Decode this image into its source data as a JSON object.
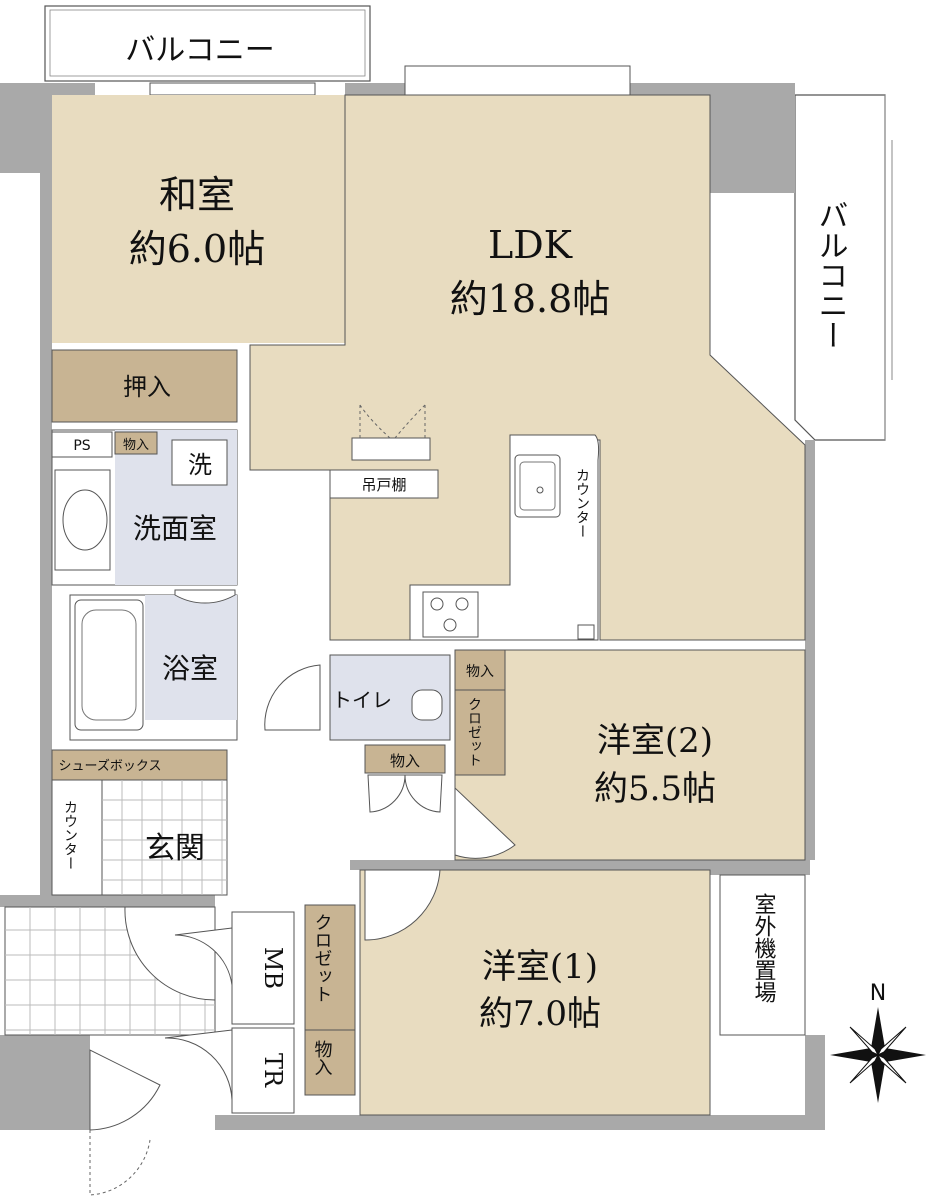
{
  "rooms": {
    "balcony_top": "バルコニー",
    "balcony_right": "バルコニー",
    "washitsu": {
      "name": "和室",
      "size": "約6.0帖"
    },
    "ldk": {
      "name": "LDK",
      "size": "約18.8帖"
    },
    "oshiire": "押入",
    "ps": "PS",
    "monoire_wash": "物入",
    "washer": "洗",
    "senmenjo": "洗面室",
    "yokushitsu": "浴室",
    "tsuritodana": "吊戸棚",
    "counter_kitchen": "カウンター",
    "toilet": "トイレ",
    "monoire_hall": "物入",
    "monoire_y2": "物入",
    "closet_y2": "クロゼット",
    "yoshitsu2": {
      "name": "洋室(2)",
      "size": "約5.5帖"
    },
    "shoes_box": "シューズボックス",
    "counter_entry": "カウンター",
    "genkan": "玄関",
    "mb": "MB",
    "tr": "TR",
    "closet_y1": "クロゼット",
    "monoire_y1": "物入",
    "yoshitsu1": {
      "name": "洋室(1)",
      "size": "約7.0帖"
    },
    "outdoor_unit": "室外機置場"
  },
  "compass": "N",
  "colors": {
    "room_fill": "#e8dcc0",
    "storage_fill": "#c8b493",
    "wet_fill": "#dfe2ec",
    "wall": "#a9a9a9"
  }
}
